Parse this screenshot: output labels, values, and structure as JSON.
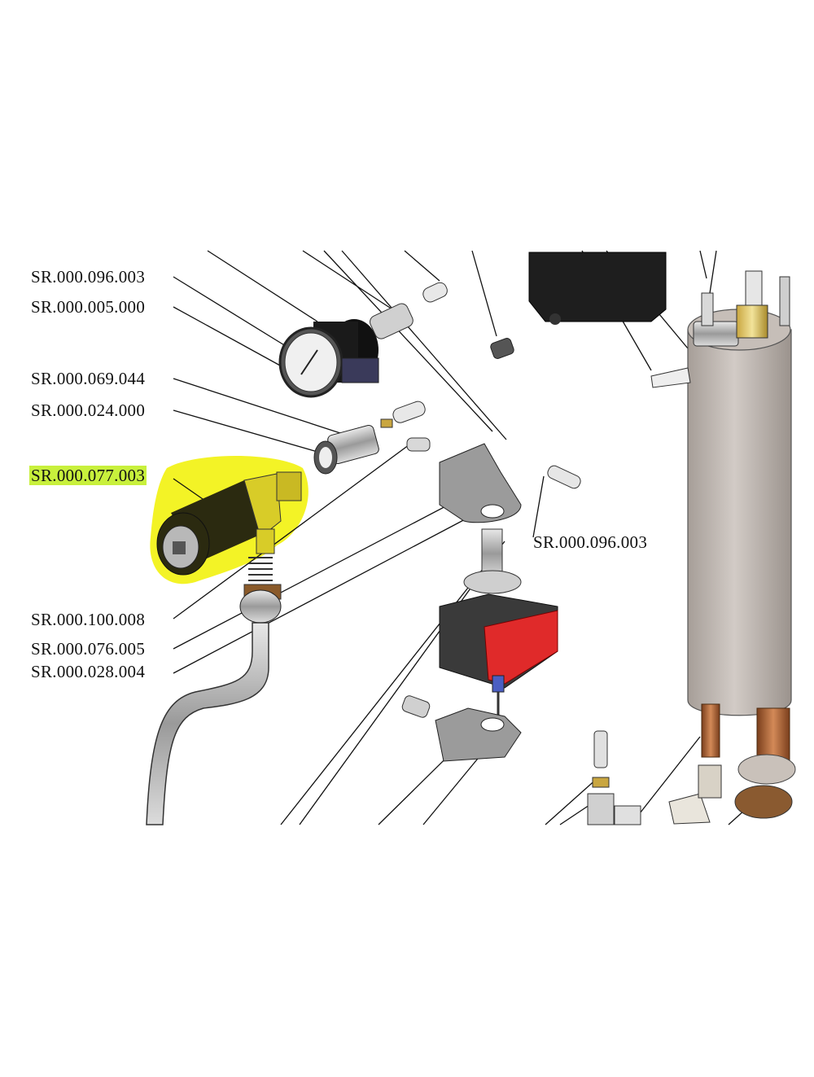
{
  "labels": {
    "l1": "SR.000.096.003",
    "l2": "SR.000.005.000",
    "l3": "SR.000.069.044",
    "l4": "SR.000.024.000",
    "l5": "SR.000.077.003",
    "l6": "SR.000.096.003",
    "l7": "SR.000.100.008",
    "l8": "SR.000.076.005",
    "l9": "SR.000.028.004"
  },
  "highlight_color": "#f2f21a",
  "highlighted_label": "SR.000.077.003"
}
